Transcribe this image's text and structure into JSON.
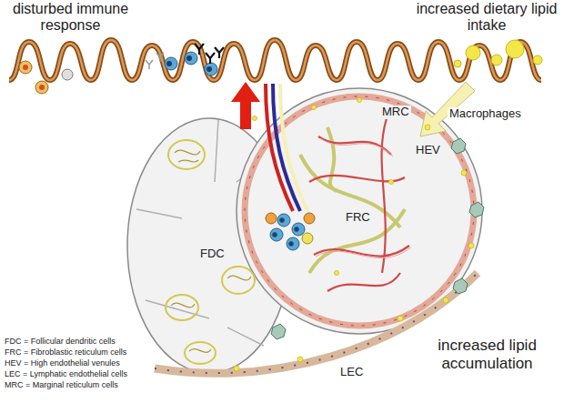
{
  "diagram": {
    "labels": [
      "disturbed immune response",
      "increased dietary lipid intake",
      "MRC",
      "Macrophages",
      "HEV",
      "FDC",
      "FRC",
      "LEC",
      "increased lipid accumulation",
      "FDC = Follicular dendritic cells",
      "FRC = Fibroblastic reticulum cells",
      "HEV = High endothelial venules",
      "LEC = Lymphatic endothelial cells",
      "MRC = Marginal reticulum cells"
    ]
  }
}
